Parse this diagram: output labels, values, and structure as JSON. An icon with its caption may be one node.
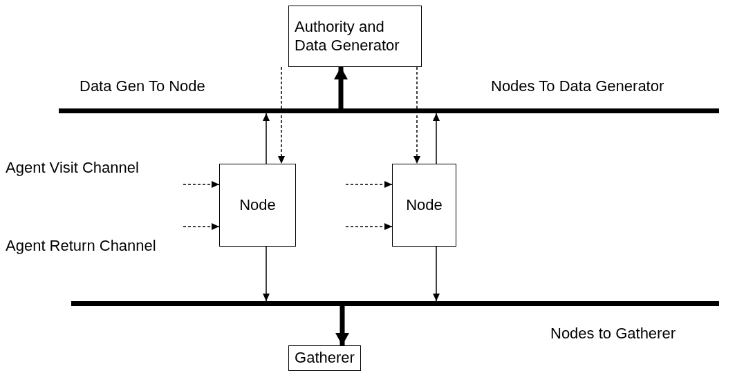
{
  "diagram": {
    "nodes": [
      {
        "text": [
          "Authority and Data Generator"
        ]
      },
      {
        "text": [],
        "shape": "bar",
        "beside": [
          "Data Gen To Node",
          "Nodes To Data Generator"
        ]
      },
      {
        "text": [
          "Node"
        ]
      },
      {
        "text": [
          "Node"
        ]
      },
      {
        "text": [],
        "shape": "bar",
        "beside": [
          "Nodes to Gatherer"
        ]
      },
      {
        "text": [
          "Gatherer"
        ]
      }
    ],
    "edges": [
      {
        "from": 1,
        "to": 0,
        "arrow": "to",
        "style": "thick"
      },
      {
        "from": 0,
        "to": 2,
        "arrow": "to",
        "style": "dashed"
      },
      {
        "from": 0,
        "to": 3,
        "arrow": "to",
        "style": "dashed"
      },
      {
        "from": 2,
        "to": 1,
        "arrow": "to"
      },
      {
        "from": 3,
        "to": 1,
        "arrow": "to"
      },
      {
        "from": null,
        "to": 2,
        "arrow": "to",
        "style": "dashed"
      },
      {
        "from": null,
        "to": 2,
        "arrow": "to",
        "style": "dashed"
      },
      {
        "from": null,
        "to": 3,
        "arrow": "to",
        "style": "dashed"
      },
      {
        "from": null,
        "to": 3,
        "arrow": "to",
        "style": "dashed"
      },
      {
        "from": 2,
        "to": 4,
        "arrow": "to"
      },
      {
        "from": 3,
        "to": 4,
        "arrow": "to"
      },
      {
        "from": 4,
        "to": 5,
        "arrow": "to",
        "style": "thick"
      }
    ],
    "labels": [
      "Agent Visit Channel",
      "Agent Return Channel"
    ]
  }
}
